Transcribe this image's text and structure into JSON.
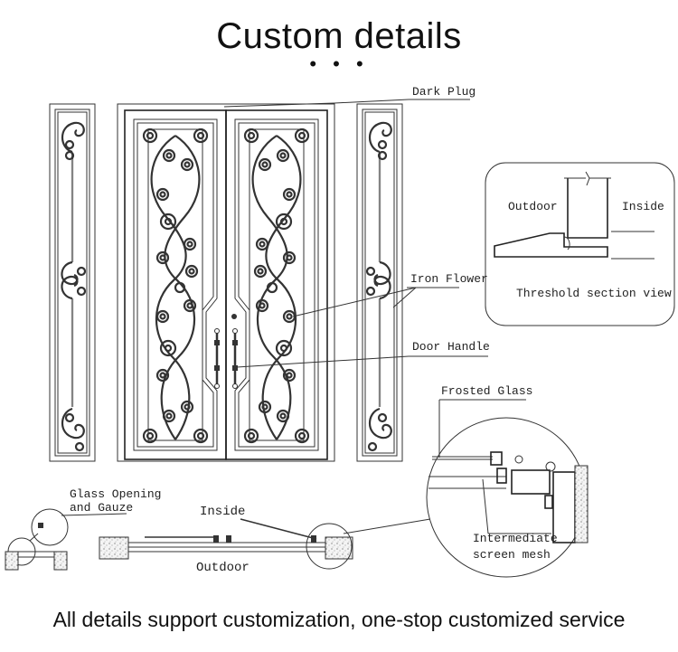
{
  "header": {
    "title": "Custom details",
    "dots": "• • •"
  },
  "labels": {
    "dark_plug": "Dark Plug",
    "iron_flower": "Iron Flower",
    "door_handle": "Door Handle",
    "frosted_glass": "Frosted Glass",
    "intermediate_line1": "Intermediate",
    "intermediate_line2": "screen mesh",
    "glass_opening_line1": "Glass Opening",
    "glass_opening_line2": "and Gauze",
    "plan_inside": "Inside",
    "plan_outdoor": "Outdoor"
  },
  "threshold": {
    "outdoor": "Outdoor",
    "inside": "Inside",
    "caption": "Threshold section view"
  },
  "footer": {
    "text": "All details support customization, one-stop customized service"
  },
  "colors": {
    "line": "#333333",
    "text": "#111111",
    "background": "#ffffff"
  }
}
